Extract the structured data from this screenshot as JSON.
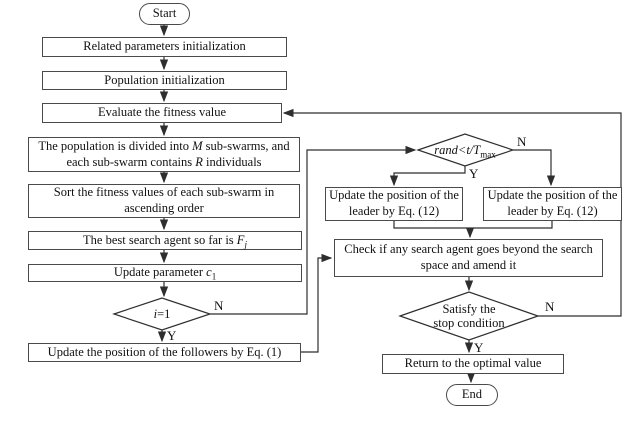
{
  "figure": {
    "background": "#ffffff",
    "line_color": "#2e2e2e",
    "box_border": "#4a4a4a"
  },
  "nodes": {
    "start": "Start",
    "related_params": "Related parameters  initialization",
    "population_init": "Population initialization",
    "evaluate_fitness": "Evaluate the fitness value",
    "divide_population": {
      "pre": "The population is divided into ",
      "var1": "M",
      "mid": " sub-swarms, and each sub-swarm contains ",
      "var2": "R",
      "post": " individuals"
    },
    "sort_fitness": "Sort the fitness values  of each sub-swarm in ascending order",
    "best_agent": {
      "pre": "The best search agent so far is ",
      "var": "F",
      "sub": "j"
    },
    "update_c1": {
      "pre": "Update parameter ",
      "var": "c",
      "sub": "1"
    },
    "i_decision": {
      "var": "i",
      "rest": "=1"
    },
    "update_followers": "Update the position of the followers by Eq. (1)",
    "rand_decision": {
      "expr": "rand<t/T",
      "sub": "max"
    },
    "update_leader_left": "Update the position of the leader by Eq. (12)",
    "update_leader_right": "Update the position of the leader by Eq. (12)",
    "boundary_check": "Check if any search agent goes beyond the search space and amend it",
    "stop_decision": {
      "line1": "Satisfy the",
      "line2": "stop condition"
    },
    "return_optimal": "Return to the optimal value",
    "end": "End"
  },
  "branch_labels": {
    "i_no": "N",
    "i_yes": "Y",
    "rand_no": "N",
    "rand_yes": "Y",
    "stop_no": "N",
    "stop_yes": "Y"
  }
}
